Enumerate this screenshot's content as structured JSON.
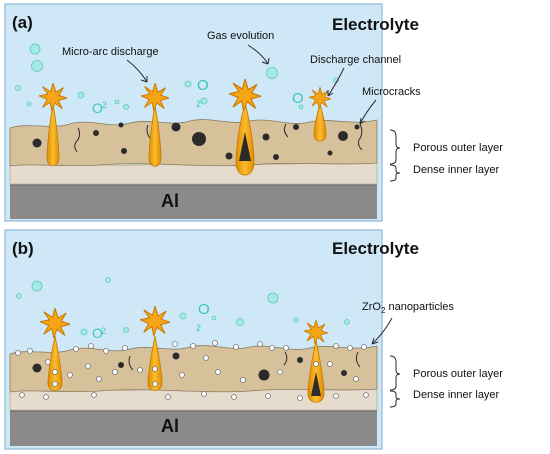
{
  "panels": [
    {
      "tag": "(a)",
      "electrolyte": "Electrolyte",
      "substrate": "Al",
      "labels": {
        "micro_arc": "Micro-arc discharge",
        "gas": "Gas evolution",
        "channel": "Discharge channel",
        "microcracks": "Microcracks",
        "porous": "Porous outer layer",
        "dense": "Dense inner layer"
      },
      "o2_symbol": "O",
      "o2_sub": "2"
    },
    {
      "tag": "(b)",
      "electrolyte": "Electrolyte",
      "substrate": "Al",
      "labels": {
        "zro2_pre": "ZrO",
        "zro2_sub": "2",
        "zro2_post": " nanoparticles",
        "porous": "Porous outer layer",
        "dense": "Dense inner layer"
      },
      "o2_symbol": "O",
      "o2_sub": "2"
    }
  ],
  "colors": {
    "panel_bg": "#cfe8f7",
    "panel_border": "#8fb7d6",
    "porous": "#d6c19a",
    "dense": "#e6dccd",
    "substrate": "#8a8a8a",
    "flame": "#f5a516",
    "spark": "#f5a516",
    "bubble": "#a6ebe3",
    "pore": "#2b2b2b",
    "particle": "#ffffff"
  }
}
